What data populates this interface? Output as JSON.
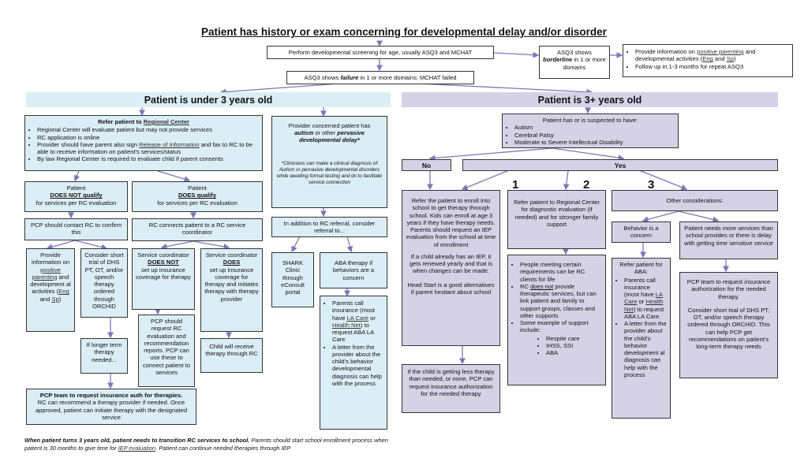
{
  "title": "Patient has history or exam concerning for developmental delay and/or disorder",
  "screen": "Perform developmental screening for age, usually ASQ3 and MCHAT",
  "fail": {
    "a": "ASQ3 shows ",
    "b": "failure",
    "c": " in 1 or more domains; MCHAT failed"
  },
  "borderline": {
    "a": "ASQ3 shows",
    "b": "borderline",
    "c": " in 1 or more domains"
  },
  "positive_info": {
    "l1a": "Provide information on ",
    "l1b": "positive parenting",
    "l1c": " and developmental activities (",
    "eng": "Eng",
    "and": " and ",
    "sp": "Sp",
    "close": ")",
    "l2": "Follow up in.1-3 months for repeat ASQ3"
  },
  "under3": {
    "header": "Patient is under 3 years old",
    "refer": {
      "title_a": "Refer patient to ",
      "title_b": "Regional Center",
      "b1": "Regional Center will evaluate patient but may not provide services",
      "b2": "RC application is online",
      "b3a": "Provider should have parent also sign ",
      "b3b": "Release of Information",
      "b3c": " and fax to RC to be able to receive information on patient's services/status",
      "b4": "By law Regional Center is required to evaluate child if parent consents"
    },
    "concern": {
      "a": "Provider concerned patient has",
      "b": "autism",
      "c": " or other ",
      "d": "pervasive developmental delay*"
    },
    "footnote": "*Clinicians can make a clinical diagnosis of Autism or pervasive developmental disorders while awaiting formal testing and dx to facilitate service connection",
    "not_qualify": {
      "a": "Patient",
      "b": "DOES NOT qualify",
      "c": "for services per RC evaluation"
    },
    "qualify": {
      "a": "Patient",
      "b": "DOES qualify",
      "c": "for services per RC evaluation"
    },
    "pcp_contact": "PCP should contact RC to confirm this",
    "rc_connects": "RC connects patient to a RC service coordinator",
    "in_addition": "In addition to RC referral, consider referral to...",
    "provide_info": {
      "a": "Provide information on ",
      "b": "positive parenting",
      "c": " and development al activities (",
      "eng": "Eng",
      "and": " and ",
      "sp": "Sp",
      "close": ")"
    },
    "short_trial": "Consider short trial of DHS PT, OT, and/or speech therapy ordered through ORCHID",
    "sc_not": {
      "a": "Service coordinator",
      "b": "DOES NOT",
      "c": "set up insurance coverage for therapy"
    },
    "sc_does": {
      "a": "Service coordinator",
      "b": "DOES",
      "c": "set up insurance coverage for therapy and initiates therapy with therapy provider"
    },
    "shark": "SHARK Clinic through eConsult portal",
    "aba_if": "ABA therapy if behaviors are a concern",
    "parents_call": {
      "a": "Parents call insurance (most have ",
      "b": "LA Care",
      "c": " or ",
      "d": "Health Net",
      "e": ") to request ABA LA Care"
    },
    "letter": "A letter from the provider about the child's behavior developmental diagnosis can help with the process",
    "pcp_request": "PCP should request RC evaluation and recommendation reports.  PCP can use these to connect patient to services",
    "child_receive": "Child will receive therapy through RC",
    "longer_term": "If longer term therapy needed...",
    "pcp_team": {
      "a": "PCP team to request insurance auth for therapies.",
      "b": "RC can recommend a therapy provider if needed. Once approved, patient can initiate therapy with the designated service"
    }
  },
  "over3": {
    "header": "Patient is 3+ years old",
    "suspected": {
      "title": "Patient has or is suspected to have:",
      "items": [
        "Autism",
        "Cerebral Palsy",
        "Moderate to Severe Intellectual Disability"
      ]
    },
    "no": "No",
    "yes": "Yes",
    "n1": "1",
    "n2": "2",
    "n3": "3",
    "refer_school": {
      "p1": "Refer the patient to enroll into school to get therapy through school. Kids can enroll at age 3 years if they have therapy needs. Parents should request an IEP evaluation from the school at time of enrollment",
      "p2": "If a child already has an IEP, it gets renewed yearly and that is when changes can be made.",
      "p3": "Head Start is a good alternatives if parent hesitant about school"
    },
    "less_therapy": "If the child is getting less therapy than needed, or none, PCP can request insurance authorization for the needed therapy",
    "refer_rc": "Refer patient to Regional Center for diagnostic evaluation (if needed) and for stronger family support",
    "rc_clients": {
      "b1": "People meeting certain requirements can be RC clients for life",
      "b2a": "RC ",
      "b2b": "does not",
      "b2c": " provide therapeutic services, but can link patient and family to support groups, classes and other supports",
      "b3": "Some example of support include:",
      "subs": [
        "Respite care",
        "IHSS, SSI",
        "ABA"
      ]
    },
    "other": "Other considerations:",
    "behavior": "Behavior is a concern",
    "more_services": "Patient needs more services than school provides or there is delay with getting time sensitive service",
    "aba3": {
      "title": "Refer patient for ABA:",
      "b1a": "Parents call insurance (most have ",
      "b1b": "LA Care",
      "b1c": " or ",
      "b1d": "Health Net",
      "b1e": ") to request ABA LA Care",
      "b2": "A letter from the provider about the child's behavior development al diagnosis can help with the process"
    },
    "pcp_team3": {
      "p1": "PCP team to request insurance authorization for the needed therapy.",
      "p2": "Consider short trial of DHS PT, OT, and/or speech therapy ordered through ORCHID. This can help PCP get recommendations on patient's long-term therapy needs"
    }
  },
  "footer": {
    "a": "When patient turns 3 years old, patient needs to transition RC services to school.",
    "b": " Parents should start school enrollment process when patient is 30 months to give time for ",
    "c": "IEP evaluation",
    "d": ". Patient can continue needed therapies through IEP"
  },
  "colors": {
    "blue": "#dbeef5",
    "purple": "#d6d2e6",
    "arrow": "#7b78b8"
  }
}
